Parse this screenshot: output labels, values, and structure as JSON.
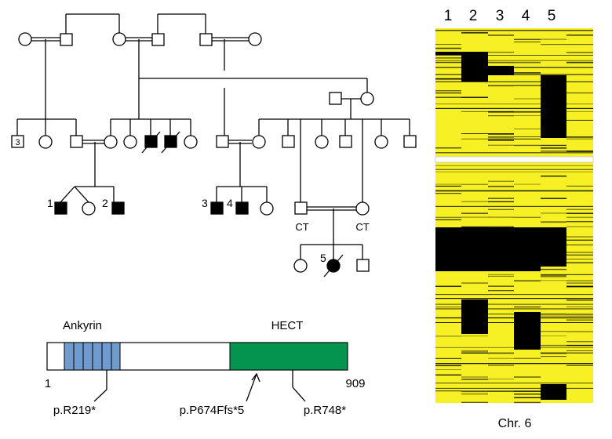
{
  "pedigree": {
    "generation3_number_label": "3",
    "individual_labels": {
      "p1": "1",
      "p2": "2",
      "p3": "3",
      "p4": "4",
      "p5": "5"
    },
    "ct_labels": {
      "ct_left": "CT",
      "ct_right": "CT"
    }
  },
  "protein": {
    "domain_labels": {
      "ankyrin": "Ankyrin",
      "hect": "HECT"
    },
    "domain_colors": {
      "ankyrin": "#6f9bce",
      "hect": "#05944f"
    },
    "length_start": "1",
    "length_end": "909",
    "mutations": [
      {
        "label": "p.R219*",
        "position": 219
      },
      {
        "label": "p.P674Ffs*5",
        "position": 674
      },
      {
        "label": "p.R748*",
        "position": 748
      }
    ]
  },
  "heatmap": {
    "column_labels": [
      "1",
      "2",
      "3",
      "4",
      "5"
    ],
    "caption": "Chr. 6",
    "colors": {
      "background": "#f6f024",
      "homozygous": "#000000",
      "separator": "#cfcfcf"
    }
  }
}
